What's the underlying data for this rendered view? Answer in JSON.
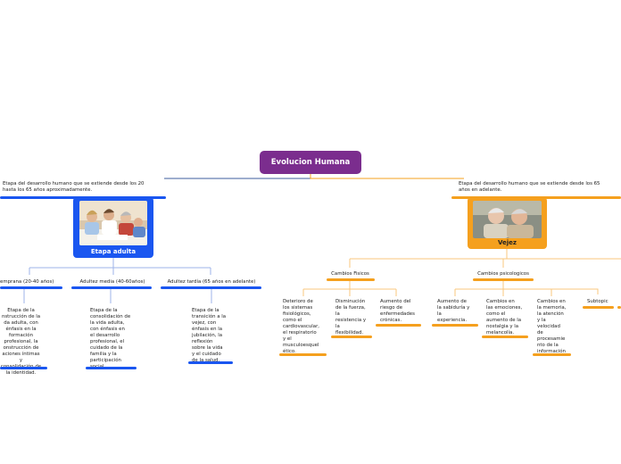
{
  "central": {
    "title": "Evolucion Humana"
  },
  "left": {
    "description": "Etapa del desarrollo humano que se extiende desde los 20\nhasta los 65 años aproximadamente.",
    "card_label": "Etapa adulta",
    "subtopics": [
      {
        "title": "emprana (20-40 años)",
        "text": "Etapa de la\nnstrucción de la\nda adulta, con\nénfasis en la\nformación\nprofesional, la\nonstrucción de\naciones íntimas y\nconsolidación de\nla identidad."
      },
      {
        "title": "Adultez media (40-60años)",
        "text": "Etapa de la\nconsolidación de\nla vida adulta,\ncon énfasis en\nel desarrollo\nprofesional, el\ncuidado de la\nfamilia y la\nparticipación\nsocial."
      },
      {
        "title": "Adultez tardía (65 años en adelante)",
        "text": "Etapa de la\ntransición a la\nvejez, con\nénfasis en la\njubilación, la\nreflexión\nsobre la vida\ny el cuidado\nde la salud."
      }
    ]
  },
  "right": {
    "description": "Etapa del desarrollo humano que se extiende desde los 65\naños en adelante.",
    "card_label": "Vejez",
    "groups": [
      {
        "title": "Cambios Fisicos",
        "items": [
          "Deterioro de\nlos sistemas\nfisiológicos,\ncomo el\ncardiovascular,\nel respiratorio\ny el\nmusculoesquel\nético.",
          "Disminución\nde la fuerza,\nla\nresistencia y\nla\nflexibilidad.",
          "Aumento del\nriesgo de\nenfermedades\ncrónicas."
        ]
      },
      {
        "title": "Cambios psicologicos",
        "items": [
          "Aumento de\nla sabiduría y\nla\nexperiencia.",
          "Cambios en\nlas emociones,\ncomo el\naumento de la\nnostalgia y la\nmelancolía.",
          "Cambios en\nla memoria,\nla atención\ny la\nvelocidad\nde\nprocesamie\nnto de la\ninformación"
        ]
      }
    ],
    "extra": "Subtopic"
  },
  "colors": {
    "central": "#7b2d8e",
    "left": "#1a56f0",
    "right": "#f5a01e"
  }
}
